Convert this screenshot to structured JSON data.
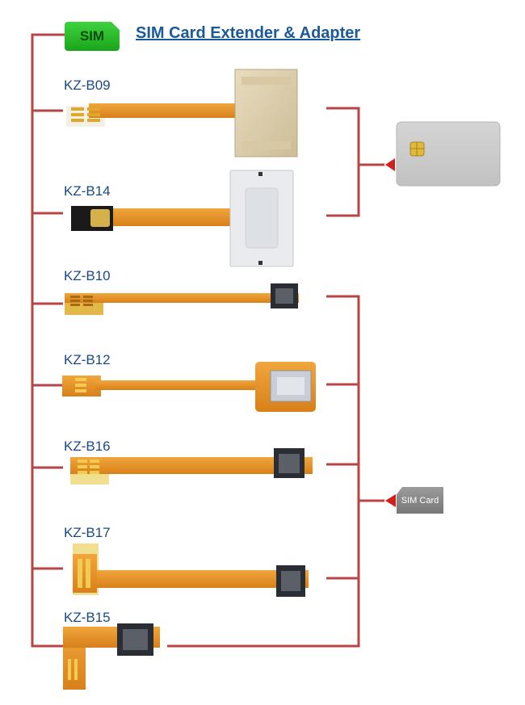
{
  "header": {
    "badge": "SIM",
    "title": "SIM Card Extender & Adapter"
  },
  "models": [
    "KZ-B09",
    "KZ-B14",
    "KZ-B10",
    "KZ-B12",
    "KZ-B16",
    "KZ-B17",
    "KZ-B15"
  ],
  "targets": {
    "sim_card_label": "SIM Card"
  },
  "colors": {
    "connector_line": "#b84545",
    "arrow": "#d41e1e",
    "flex_cable": "#e8901e",
    "title": "#1a5a99",
    "model_label": "#1b4a86",
    "badge": "#22b522"
  }
}
